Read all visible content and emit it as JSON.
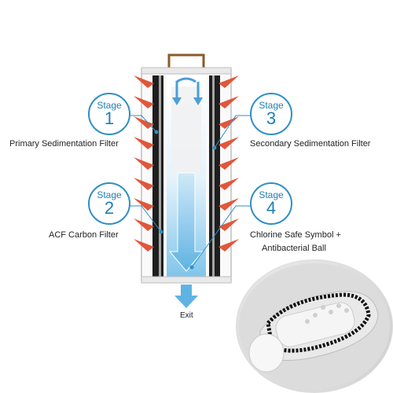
{
  "stages": [
    {
      "word": "Stage",
      "number": "1",
      "label": "Primary Sedimentation Filter"
    },
    {
      "word": "Stage",
      "number": "2",
      "label": "ACF Carbon Filter"
    },
    {
      "word": "Stage",
      "number": "3",
      "label": "Secondary Sedimentation Filter"
    },
    {
      "word": "Stage",
      "number": "4",
      "label_line1": "Chlorine Safe Symbol +",
      "label_line2": "Antibacterial Ball"
    }
  ],
  "exit_label": "Exit",
  "colors": {
    "stage_blue": "#2f8fc6",
    "arrow_red": "#e2563a",
    "filter_dark": "#1e1e1e",
    "water_blue": "#7cc3ea"
  }
}
